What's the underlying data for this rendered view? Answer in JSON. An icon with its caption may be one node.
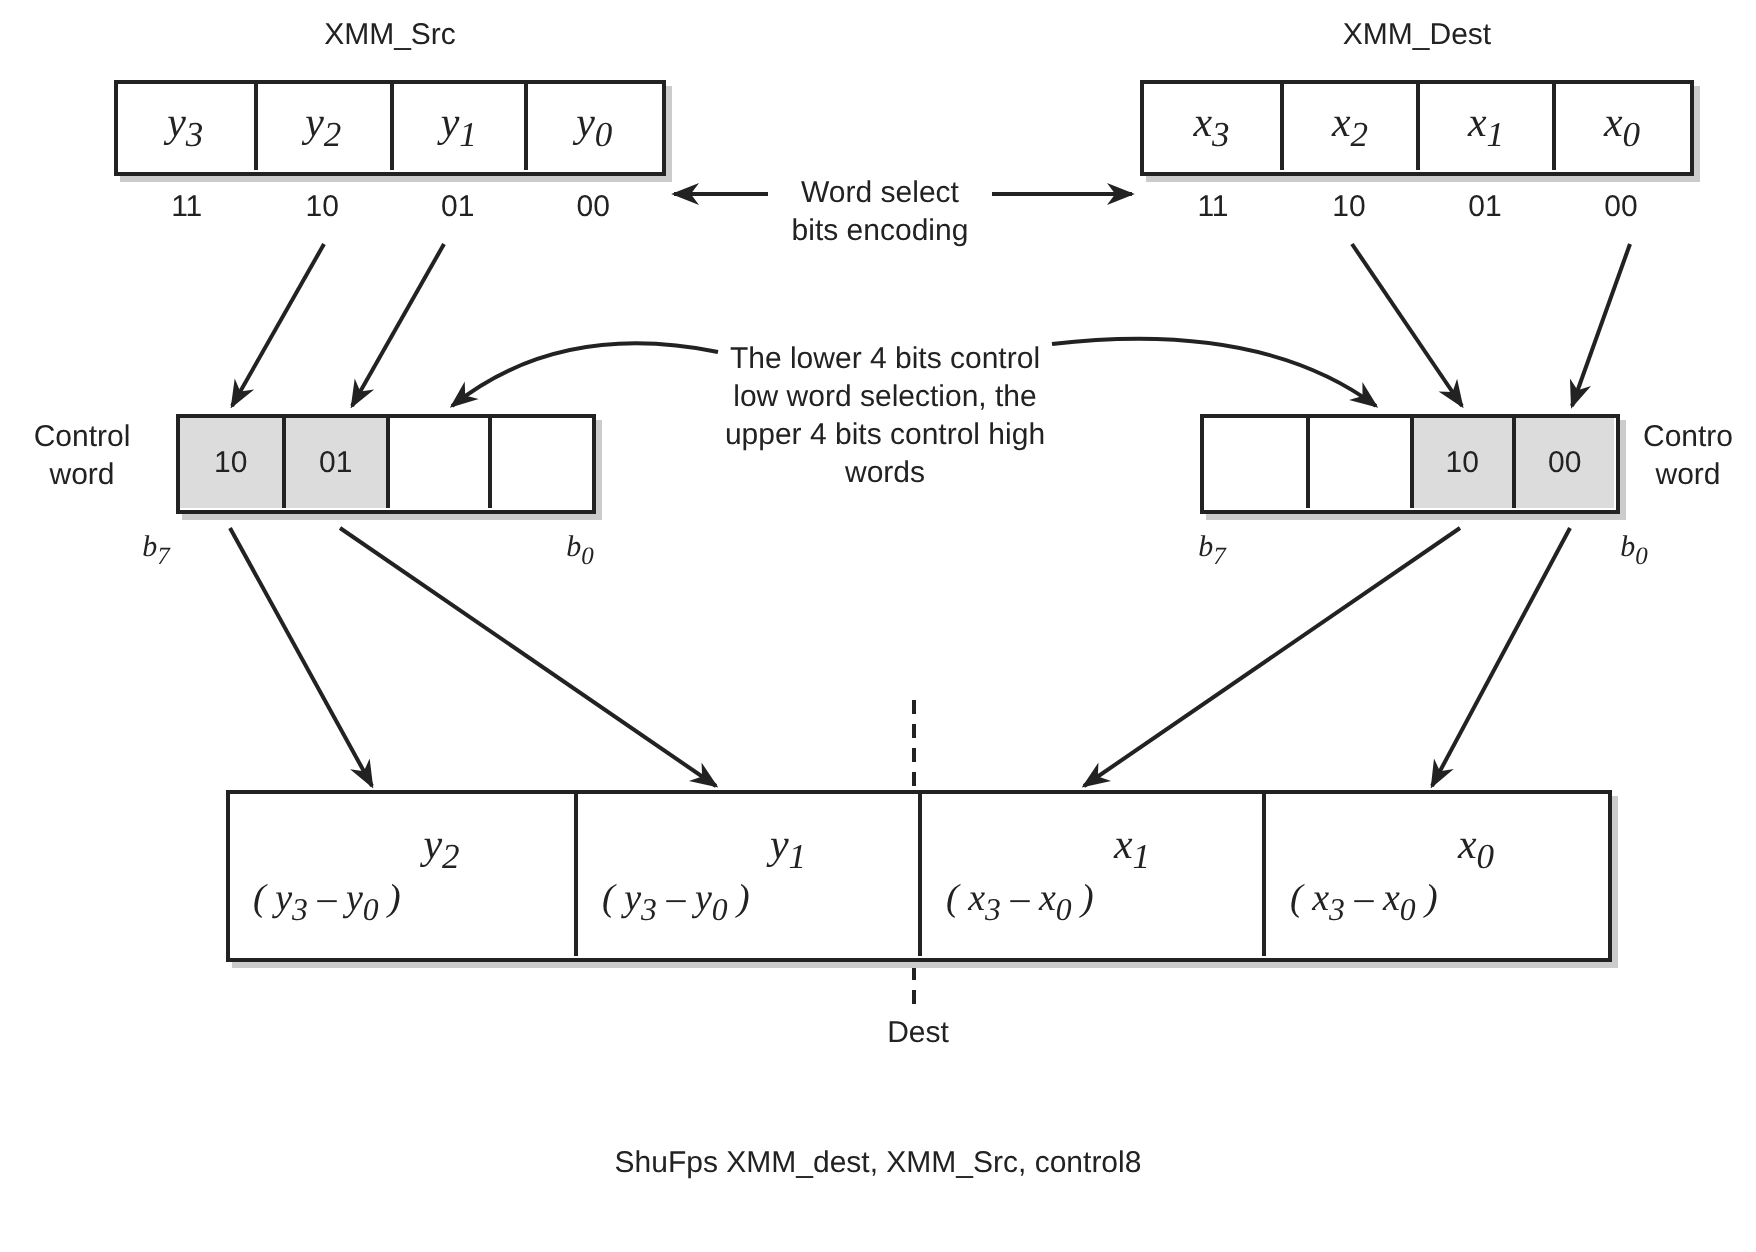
{
  "diagram": {
    "caption": "ShuFps XMM_dest, XMM_Src, control8",
    "nodes": [
      {
        "text": [
          "XMM_Src"
        ]
      },
      {
        "text": [
          "y$_{3}$"
        ],
        "in": 0,
        "beside": [
          "11"
        ]
      },
      {
        "text": [
          "y$_{2}$"
        ],
        "in": 0,
        "beside": [
          "10"
        ]
      },
      {
        "text": [
          "y$_{1}$"
        ],
        "in": 0,
        "beside": [
          "01"
        ]
      },
      {
        "text": [
          "y$_{0}$"
        ],
        "in": 0,
        "beside": [
          "00"
        ]
      },
      {
        "text": [
          "XMM_Dest"
        ]
      },
      {
        "text": [
          "x$_{3}$"
        ],
        "in": 5,
        "beside": [
          "11"
        ]
      },
      {
        "text": [
          "x$_{2}$"
        ],
        "in": 5,
        "beside": [
          "10"
        ]
      },
      {
        "text": [
          "x$_{1}$"
        ],
        "in": 5,
        "beside": [
          "01"
        ]
      },
      {
        "text": [
          "x$_{0}$"
        ],
        "in": 5,
        "beside": [
          "00"
        ]
      },
      {
        "text": [
          "Word select bits encoding"
        ]
      },
      {
        "text": [
          "Control word"
        ],
        "beside": [
          "b$_{7}$",
          "b$_{0}$"
        ]
      },
      {
        "text": [
          "10"
        ],
        "in": 11
      },
      {
        "text": [
          "01"
        ],
        "in": 11
      },
      {
        "text": [],
        "shape": "box",
        "in": 11
      },
      {
        "text": [],
        "shape": "box",
        "in": 11
      },
      {
        "text": [
          "The lower 4 bits control low word selection, the upper 4 bits control high words"
        ]
      },
      {
        "text": [
          "Contro word"
        ],
        "beside": [
          "b$_{7}$",
          "b$_{0}$"
        ]
      },
      {
        "text": [],
        "shape": "box",
        "in": 17
      },
      {
        "text": [],
        "shape": "box",
        "in": 17
      },
      {
        "text": [
          "10"
        ],
        "in": 17
      },
      {
        "text": [
          "00"
        ],
        "in": 17
      },
      {
        "text": [
          "Dest"
        ]
      },
      {
        "text": [
          "y$_{2}$",
          "( y$_{3}$ – y$_{0}$ )"
        ],
        "in": 22
      },
      {
        "text": [
          "y$_{1}$",
          "( y$_{3}$ – y$_{0}$ )"
        ],
        "in": 22
      },
      {
        "text": [
          "x$_{1}$",
          "( x$_{3}$ – x$_{0}$ )"
        ],
        "in": 22
      },
      {
        "text": [
          "x$_{0}$",
          "( x$_{3}$ – x$_{0}$ )"
        ],
        "in": 22
      }
    ],
    "edges": [
      {
        "from": 2,
        "to": 12,
        "arrow": "to"
      },
      {
        "from": 3,
        "to": 13,
        "arrow": "to"
      },
      {
        "from": 7,
        "to": 20,
        "arrow": "to"
      },
      {
        "from": 9,
        "to": 21,
        "arrow": "to"
      },
      {
        "from": 12,
        "to": 23,
        "arrow": "to"
      },
      {
        "from": 13,
        "to": 24,
        "arrow": "to"
      },
      {
        "from": 20,
        "to": 25,
        "arrow": "to"
      },
      {
        "from": 21,
        "to": 26,
        "arrow": "to"
      },
      {
        "from": 10,
        "to": 0,
        "arrow": "to"
      },
      {
        "from": 10,
        "to": 5,
        "arrow": "to"
      },
      {
        "from": 16,
        "to": 11,
        "arrow": "to"
      },
      {
        "from": 16,
        "to": 17,
        "arrow": "to"
      }
    ]
  }
}
